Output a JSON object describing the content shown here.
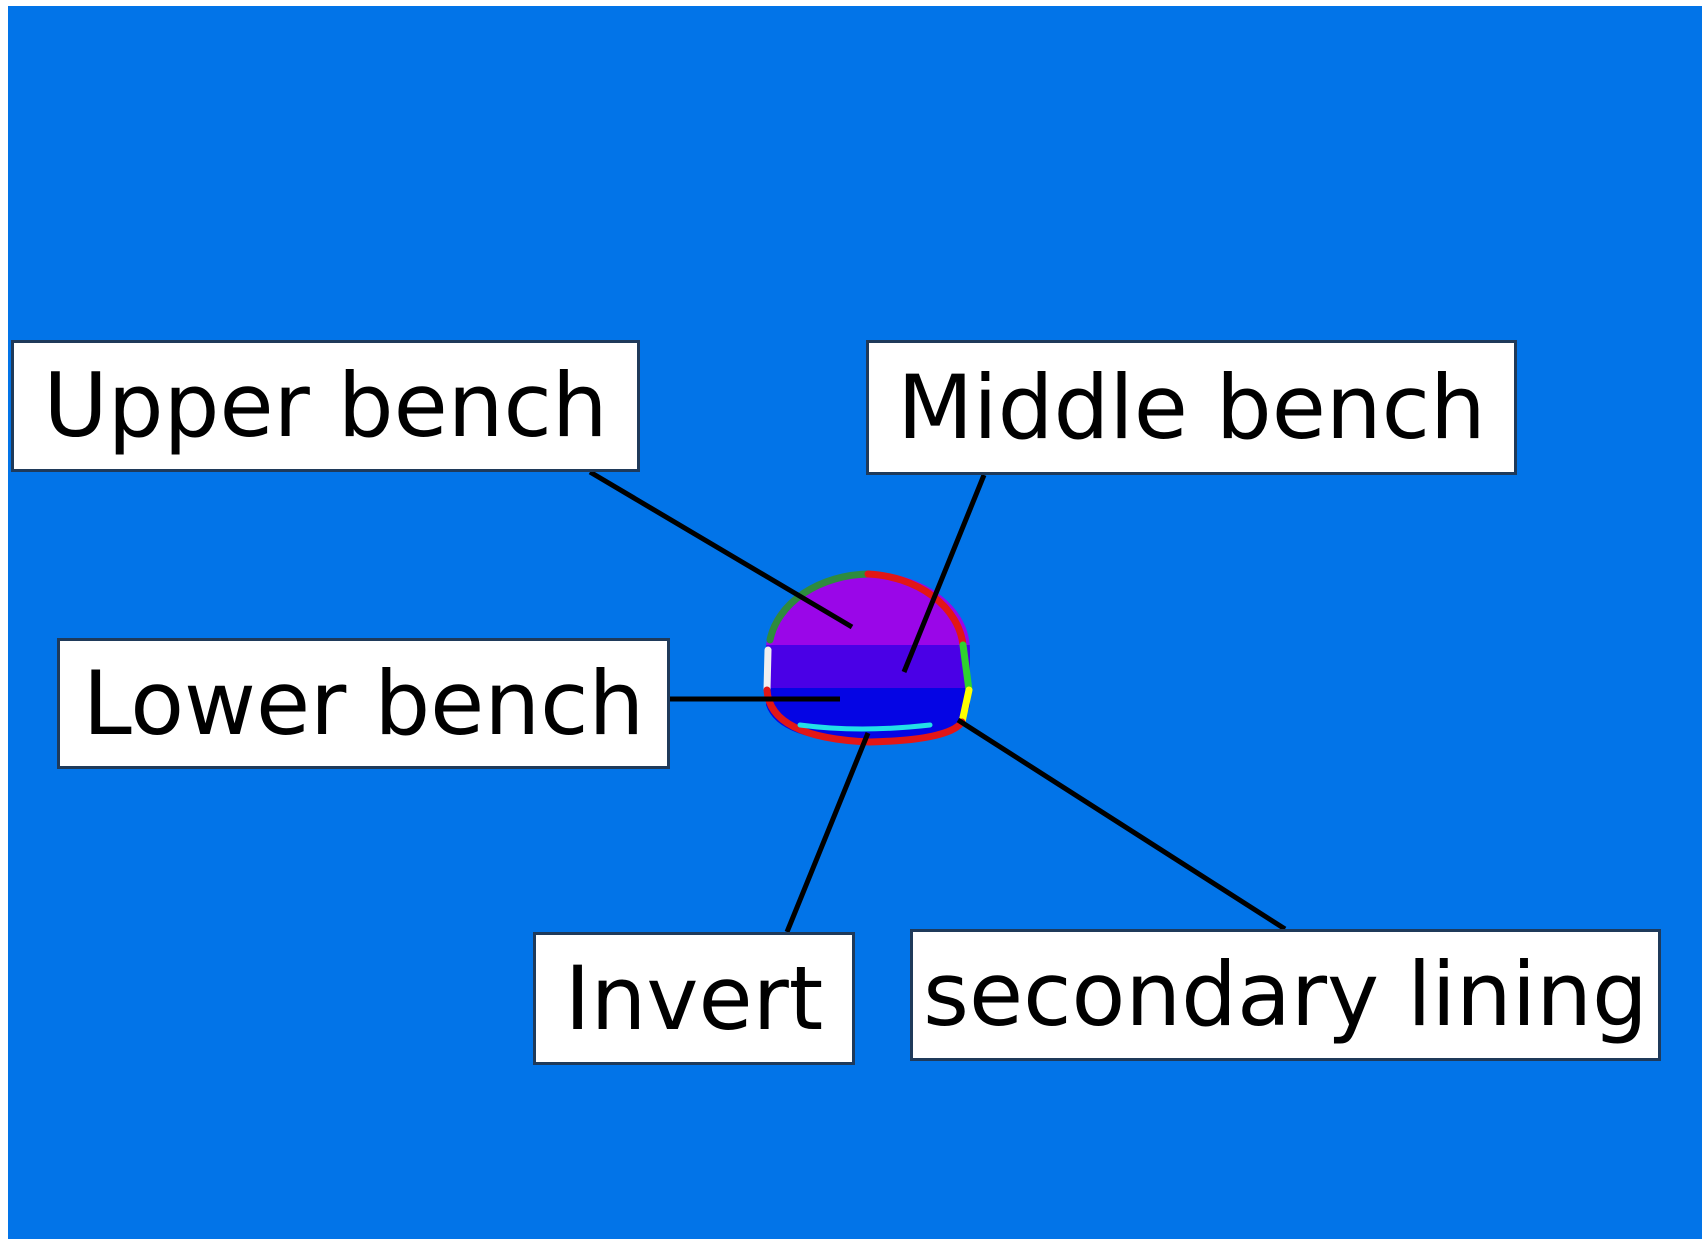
{
  "diagram": {
    "labels": {
      "upper_bench": "Upper bench",
      "middle_bench": "Middle bench",
      "lower_bench": "Lower bench",
      "invert": "Invert",
      "secondary_lining": "secondary lining"
    },
    "colors": {
      "background": "#0274e8",
      "upper_bench_fill": "#9a06e8",
      "middle_bench_fill": "#4a00e6",
      "lower_bench_fill": "#0505e4",
      "lining_red": "#e21616",
      "lining_green": "#2e8b3e",
      "lining_bright_green": "#2fd12f",
      "lining_yellow": "#ffff00",
      "lining_cyan": "#22e0e8",
      "lining_white": "#f0f0f0",
      "leader_line": "#000000"
    }
  }
}
